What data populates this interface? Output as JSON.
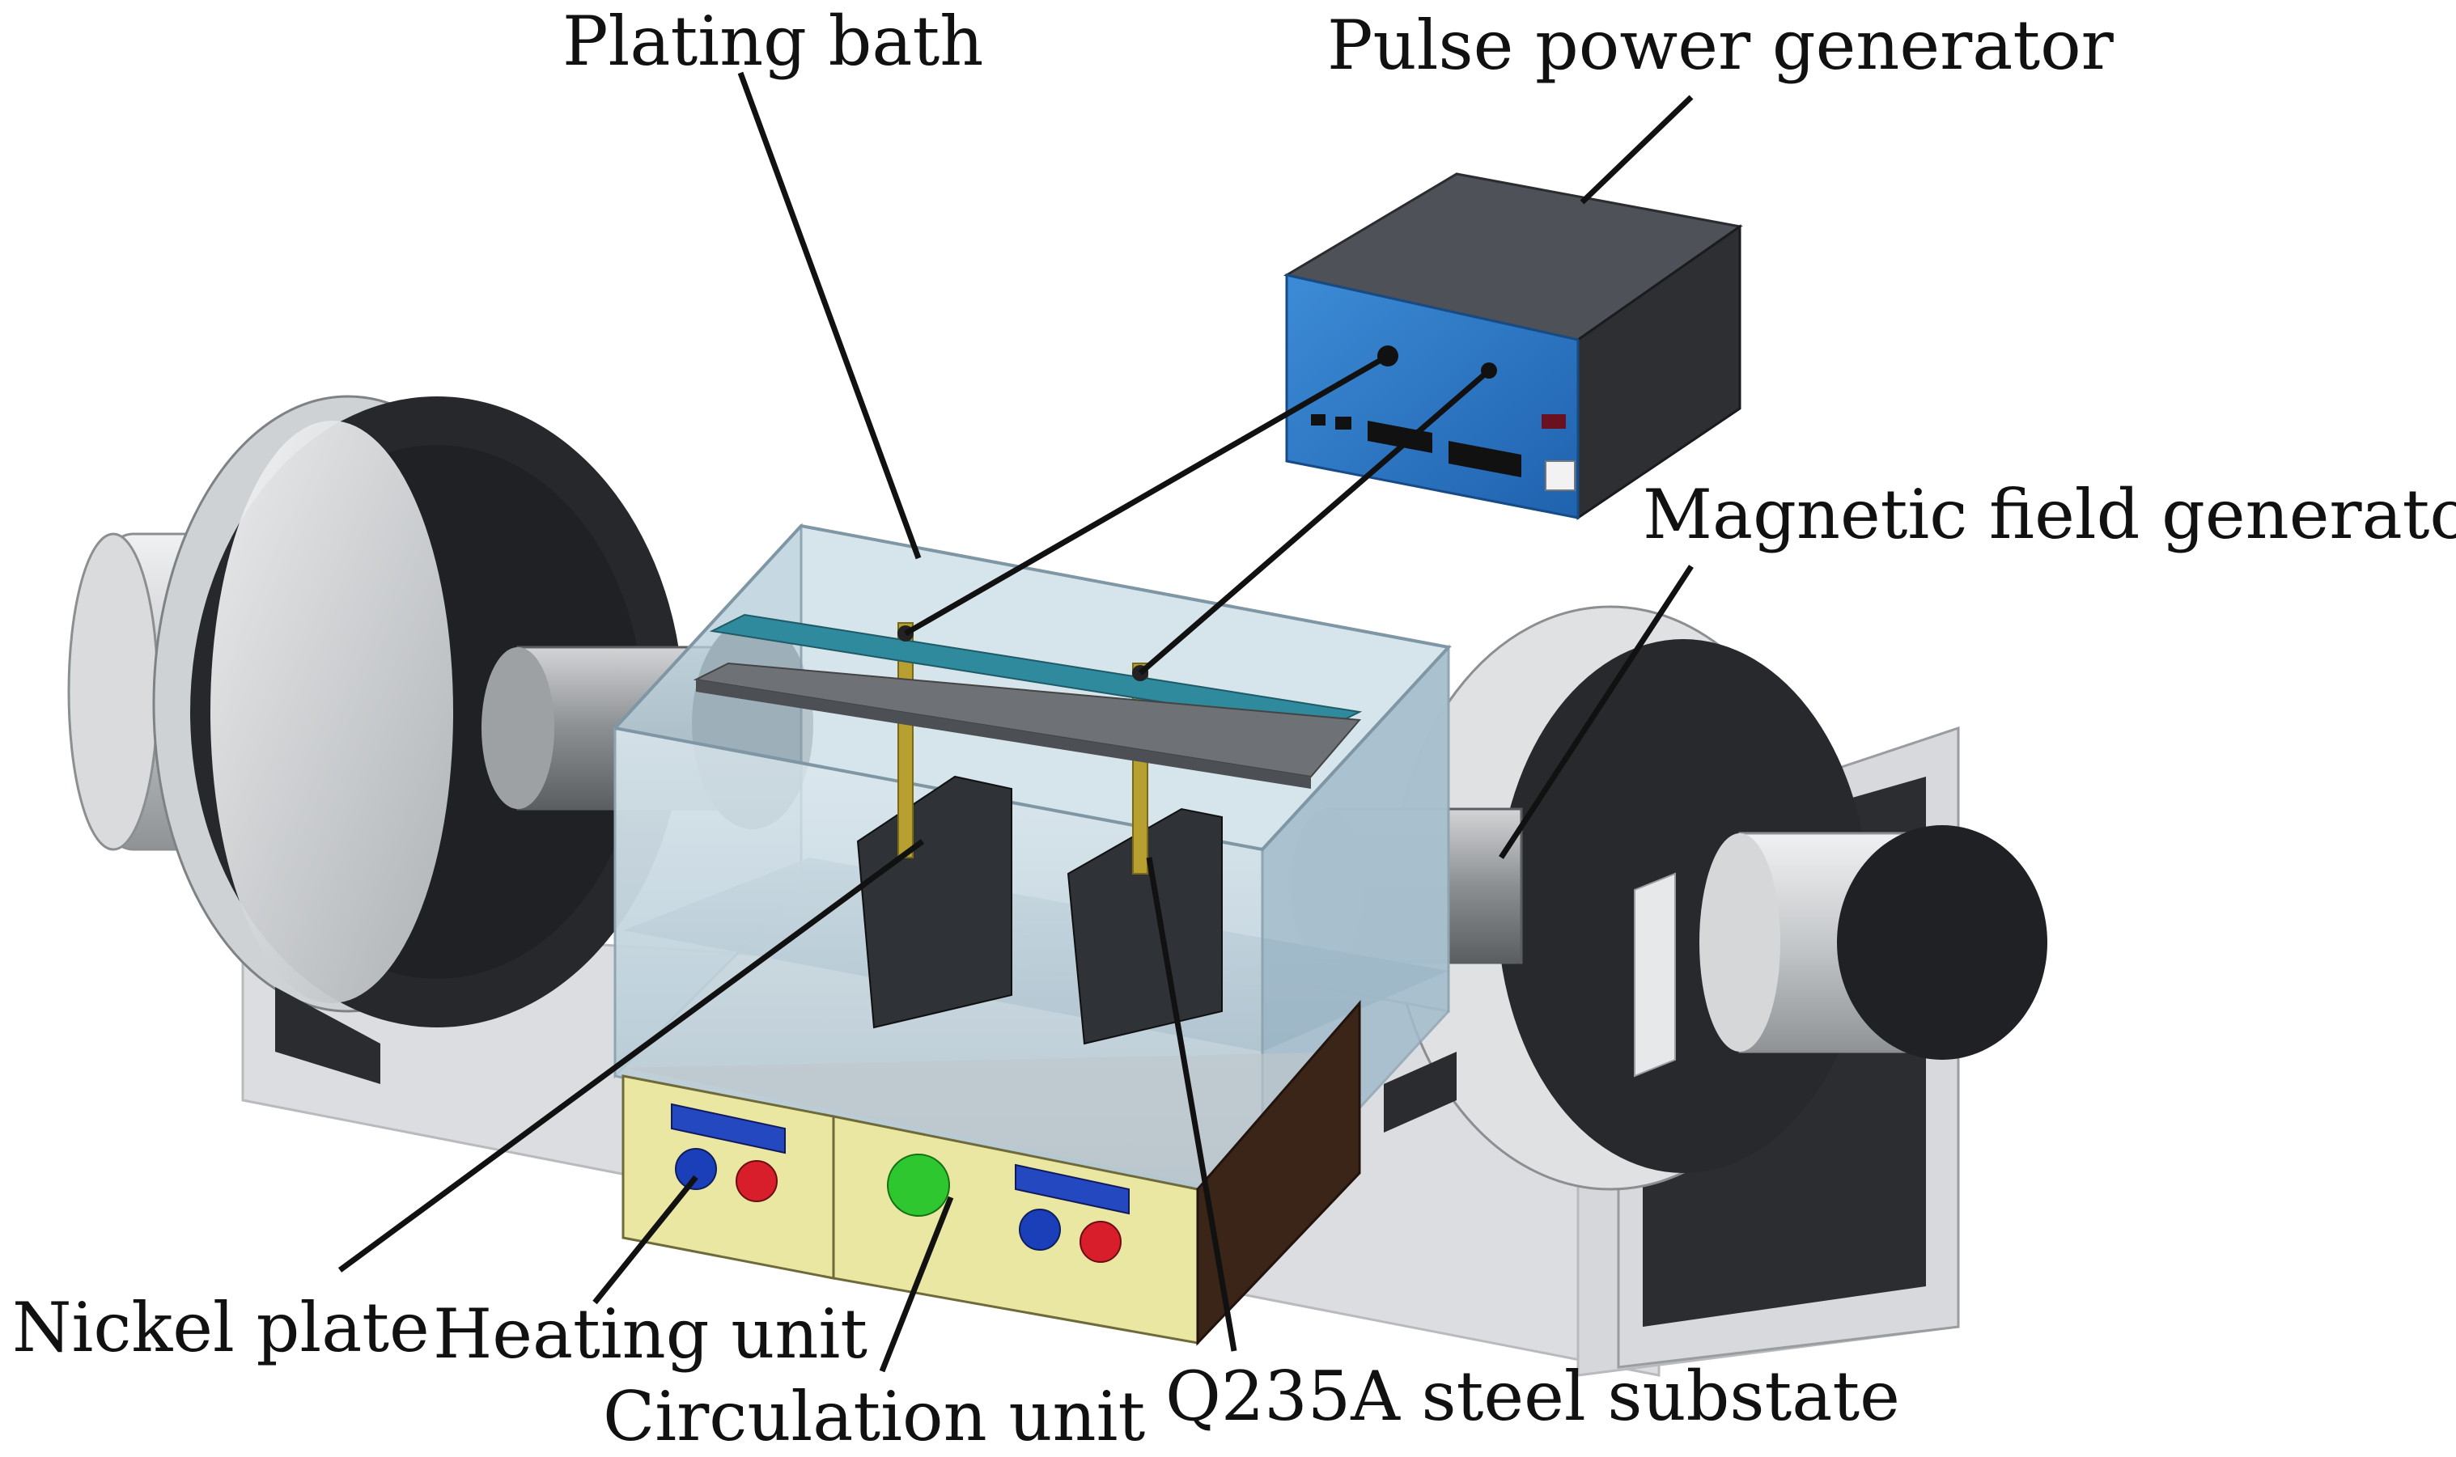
{
  "labels": {
    "plating_bath": "Plating bath",
    "pulse_power_generator": "Pulse power generator",
    "magnetic_field_generator": "Magnetic field generator",
    "nickel_plate": "Nickel plate",
    "heating_unit": "Heating unit",
    "circulation_unit": "Circulation unit",
    "steel_substrate": "Q235A steel substate"
  },
  "colors": {
    "outline": "#111111",
    "magnet_light": "#e4e6e8",
    "magnet_mid": "#bfc3c6",
    "magnet_dark": "#2b2d30",
    "generator_front": "#2f78c4",
    "generator_top": "#4e5258",
    "generator_side": "#2d2f33",
    "bath_glass": "#c9dde6",
    "bath_liquid": "#90aabb",
    "base_panel": "#eae7a3",
    "base_side": "#3b2418",
    "indicator_green": "#2fc72f",
    "button_red": "#d81e2a",
    "button_blue": "#1b3fb8",
    "display_blue": "#2448c0"
  }
}
